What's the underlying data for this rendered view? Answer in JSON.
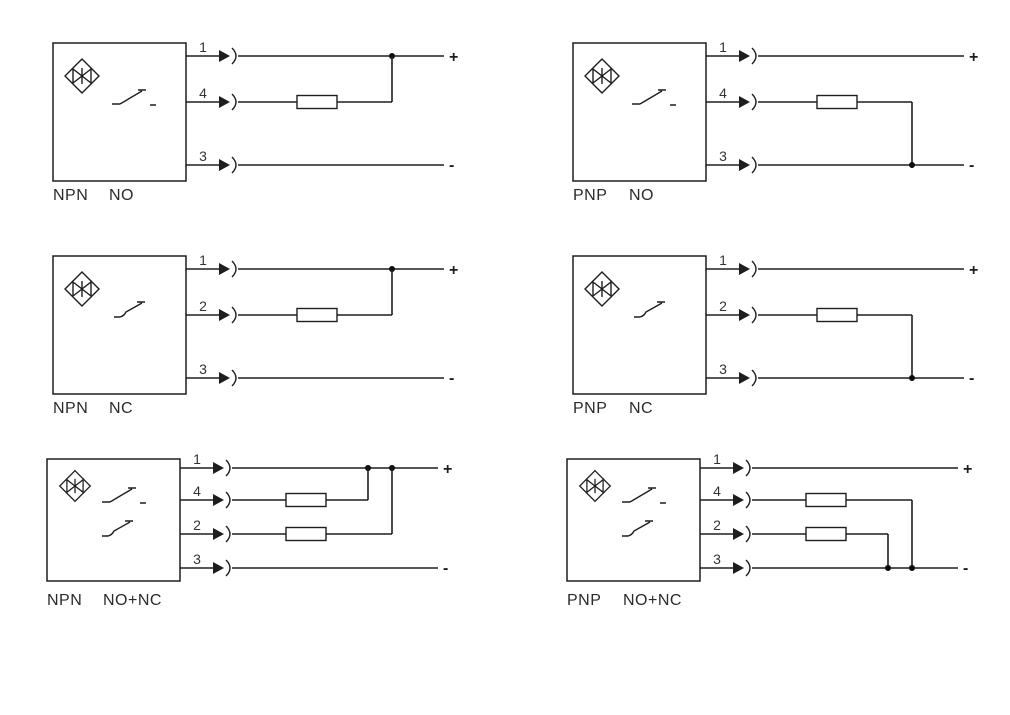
{
  "page": {
    "background": "#ffffff",
    "wire_color": "#1e1e1e",
    "text_color": "#2a2a2a",
    "description": "Sensor output wiring diagrams"
  },
  "icons": {
    "sensor": "proximity-sensor-icon",
    "connector": "quick-connector-icon",
    "load": "load-resistor",
    "switch_no": "no-contact-icon",
    "switch_nc": "nc-contact-icon",
    "junction": "junction-dot"
  },
  "terminals": {
    "positive": "+",
    "negative": "-"
  },
  "diagrams": [
    {
      "type": "NPN",
      "mode": "NO",
      "pins": [
        "1",
        "4",
        "3"
      ]
    },
    {
      "type": "PNP",
      "mode": "NO",
      "pins": [
        "1",
        "4",
        "3"
      ]
    },
    {
      "type": "NPN",
      "mode": "NC",
      "pins": [
        "1",
        "2",
        "3"
      ]
    },
    {
      "type": "PNP",
      "mode": "NC",
      "pins": [
        "1",
        "2",
        "3"
      ]
    },
    {
      "type": "NPN",
      "mode": "NO+NC",
      "pins": [
        "1",
        "4",
        "2",
        "3"
      ]
    },
    {
      "type": "PNP",
      "mode": "NO+NC",
      "pins": [
        "1",
        "4",
        "2",
        "3"
      ]
    }
  ]
}
